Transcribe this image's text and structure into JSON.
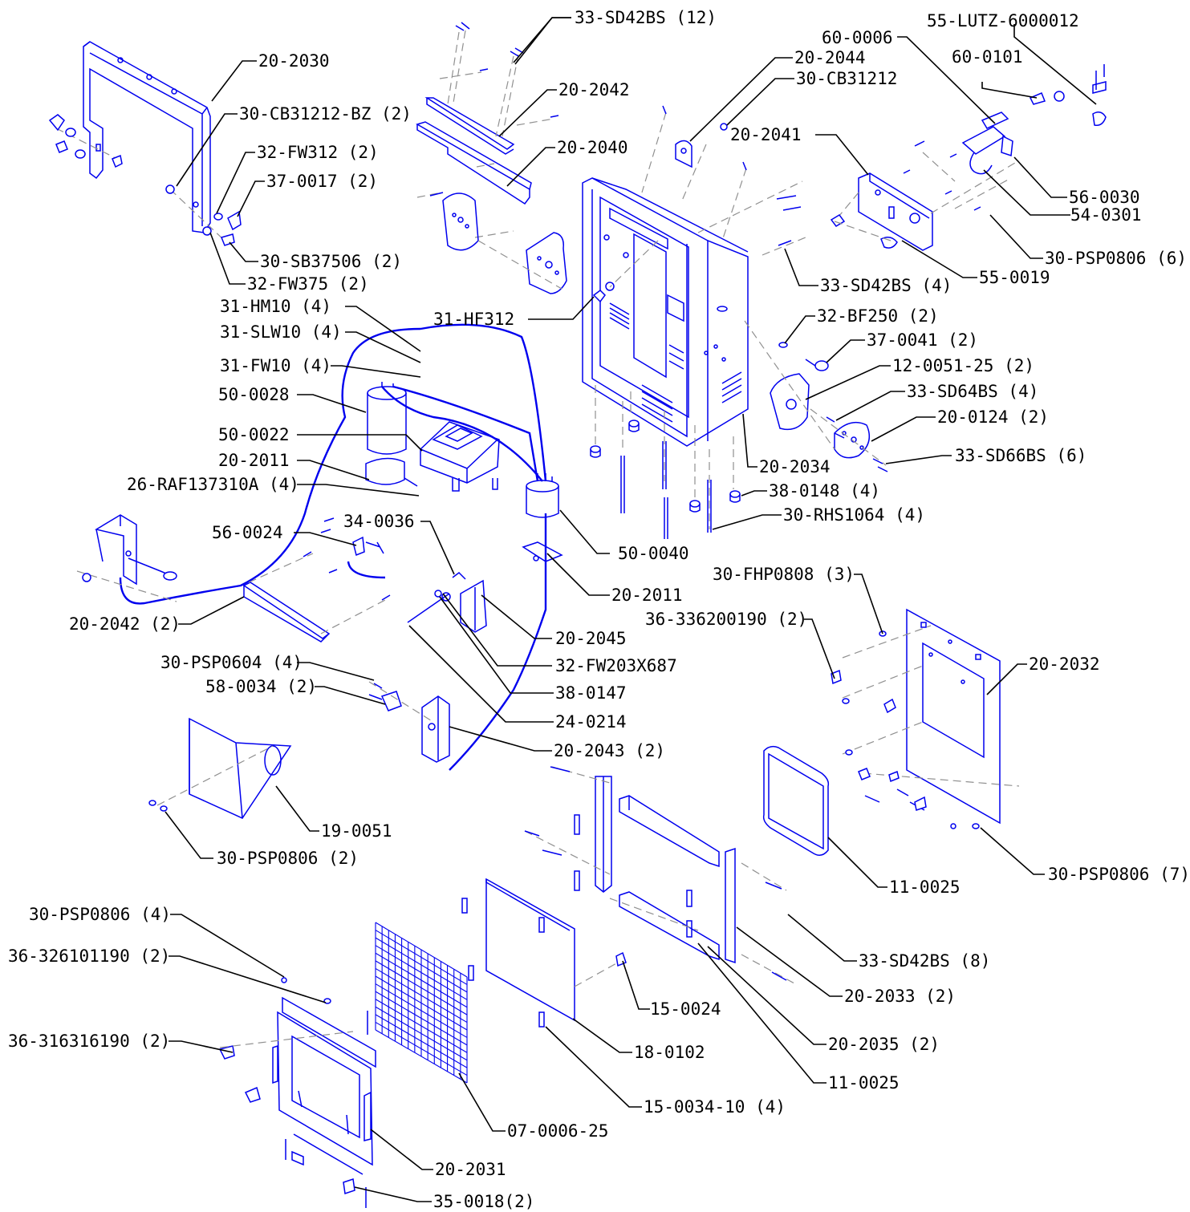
{
  "colors": {
    "part_line": "#0000ee",
    "leader": "#000000",
    "assembly_line": "#909090",
    "background": "#ffffff"
  },
  "callouts": [
    {
      "id": "c1",
      "text": "33-SD42BS (12)"
    },
    {
      "id": "c2",
      "text": "55-LUTZ-6000012"
    },
    {
      "id": "c3",
      "text": "60-0006"
    },
    {
      "id": "c4",
      "text": "20-2030"
    },
    {
      "id": "c5",
      "text": "20-2044"
    },
    {
      "id": "c6",
      "text": "60-0101"
    },
    {
      "id": "c7",
      "text": "30-CB31212"
    },
    {
      "id": "c8",
      "text": "20-2042"
    },
    {
      "id": "c9",
      "text": "30-CB31212-BZ (2)"
    },
    {
      "id": "c10",
      "text": "20-2041"
    },
    {
      "id": "c11",
      "text": "20-2040"
    },
    {
      "id": "c12",
      "text": "32-FW312 (2)"
    },
    {
      "id": "c13",
      "text": "37-0017 (2)"
    },
    {
      "id": "c14",
      "text": "56-0030"
    },
    {
      "id": "c15",
      "text": "54-0301"
    },
    {
      "id": "c16",
      "text": "30-PSP0806 (6)"
    },
    {
      "id": "c17",
      "text": "30-SB37506 (2)"
    },
    {
      "id": "c18",
      "text": "33-SD42BS (4)"
    },
    {
      "id": "c19",
      "text": "55-0019"
    },
    {
      "id": "c20",
      "text": "32-FW375 (2)"
    },
    {
      "id": "c21",
      "text": "31-HM10 (4)"
    },
    {
      "id": "c22",
      "text": "31-HF312"
    },
    {
      "id": "c23",
      "text": "32-BF250 (2)"
    },
    {
      "id": "c24",
      "text": "31-SLW10 (4)"
    },
    {
      "id": "c25",
      "text": "37-0041 (2)"
    },
    {
      "id": "c26",
      "text": "31-FW10 (4)"
    },
    {
      "id": "c27",
      "text": "12-0051-25 (2)"
    },
    {
      "id": "c28",
      "text": "50-0028"
    },
    {
      "id": "c29",
      "text": "33-SD64BS (4)"
    },
    {
      "id": "c30",
      "text": "20-0124 (2)"
    },
    {
      "id": "c31",
      "text": "50-0022"
    },
    {
      "id": "c32",
      "text": "20-2011"
    },
    {
      "id": "c33",
      "text": "33-SD66BS (6)"
    },
    {
      "id": "c34",
      "text": "20-2034"
    },
    {
      "id": "c35",
      "text": "26-RAF137310A (4)"
    },
    {
      "id": "c36",
      "text": "38-0148 (4)"
    },
    {
      "id": "c37",
      "text": "34-0036"
    },
    {
      "id": "c38",
      "text": "30-RHS1064 (4)"
    },
    {
      "id": "c39",
      "text": "56-0024"
    },
    {
      "id": "c40",
      "text": "50-0040"
    },
    {
      "id": "c41",
      "text": "30-FHP0808 (3)"
    },
    {
      "id": "c42",
      "text": "20-2011"
    },
    {
      "id": "c43",
      "text": "36-336200190 (2)"
    },
    {
      "id": "c44",
      "text": "20-2042 (2)"
    },
    {
      "id": "c45",
      "text": "20-2045"
    },
    {
      "id": "c46",
      "text": "20-2032"
    },
    {
      "id": "c47",
      "text": "30-PSP0604 (4)"
    },
    {
      "id": "c48",
      "text": "32-FW203X687"
    },
    {
      "id": "c49",
      "text": "58-0034 (2)"
    },
    {
      "id": "c50",
      "text": "38-0147"
    },
    {
      "id": "c51",
      "text": "24-0214"
    },
    {
      "id": "c52",
      "text": "20-2043 (2)"
    },
    {
      "id": "c53",
      "text": "19-0051"
    },
    {
      "id": "c54",
      "text": "30-PSP0806 (2)"
    },
    {
      "id": "c55",
      "text": "30-PSP0806 (7)"
    },
    {
      "id": "c56",
      "text": "11-0025"
    },
    {
      "id": "c57",
      "text": "30-PSP0806 (4)"
    },
    {
      "id": "c58",
      "text": "36-326101190 (2)"
    },
    {
      "id": "c59",
      "text": "33-SD42BS (8)"
    },
    {
      "id": "c60",
      "text": "15-0024"
    },
    {
      "id": "c61",
      "text": "20-2033 (2)"
    },
    {
      "id": "c62",
      "text": "36-316316190 (2)"
    },
    {
      "id": "c63",
      "text": "20-2035 (2)"
    },
    {
      "id": "c64",
      "text": "18-0102"
    },
    {
      "id": "c65",
      "text": "11-0025"
    },
    {
      "id": "c66",
      "text": "15-0034-10 (4)"
    },
    {
      "id": "c67",
      "text": "07-0006-25"
    },
    {
      "id": "c68",
      "text": "20-2031"
    },
    {
      "id": "c69",
      "text": "35-0018(2)"
    }
  ]
}
